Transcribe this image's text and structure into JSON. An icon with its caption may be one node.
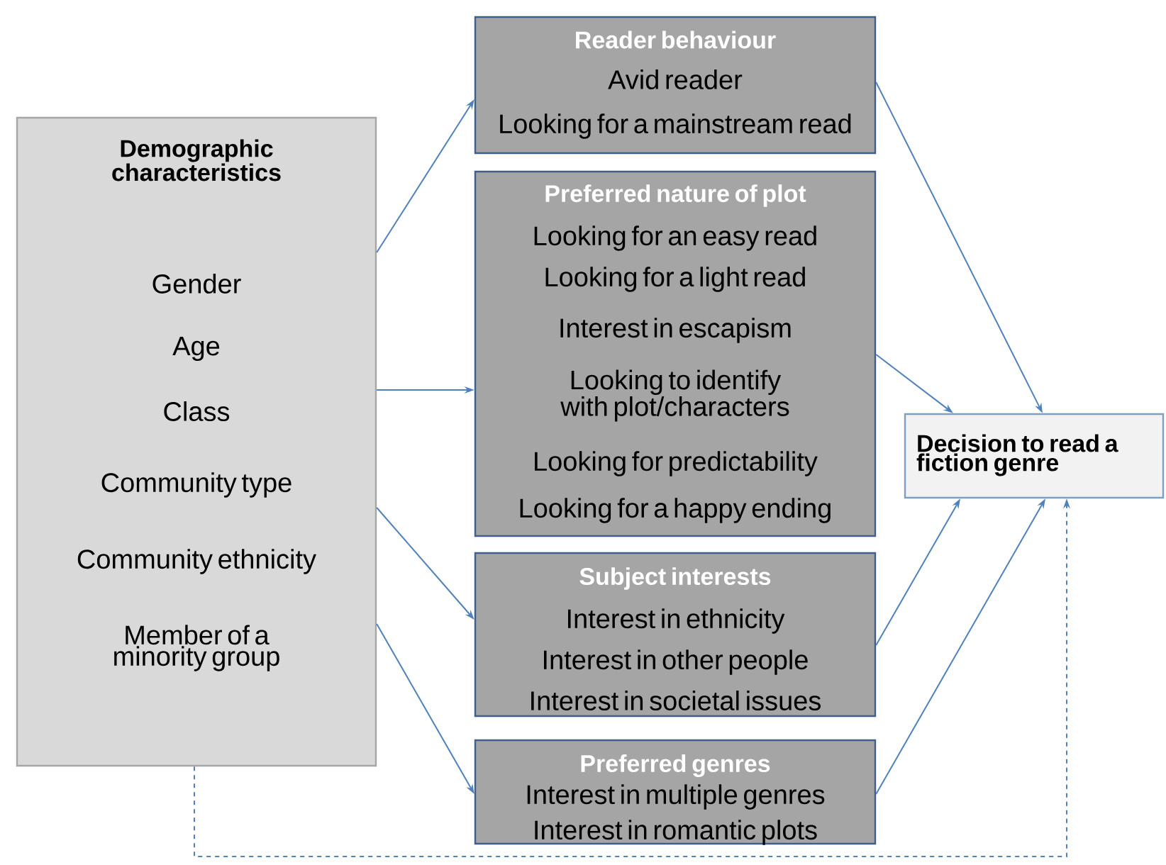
{
  "diagram": {
    "nodes": [
      {
        "text": [
          "Demographic characteristics",
          "Gender",
          "Age",
          "Class",
          "Community type",
          "Community ethnicity",
          "Member of a minority group"
        ]
      },
      {
        "text": [
          "Reader behaviour",
          "Avid reader",
          "Looking for a mainstream read"
        ]
      },
      {
        "text": [
          "Preferred nature of plot",
          "Looking for an easy read",
          "Looking for a light read",
          "Interest in escapism",
          "Looking to identify with plot/characters",
          "Looking for predictability",
          "Looking for a happy ending"
        ]
      },
      {
        "text": [
          "Subject interests",
          "Interest in ethnicity",
          "Interest in other people",
          "Interest in societal issues"
        ]
      },
      {
        "text": [
          "Preferred genres",
          "Interest in multiple genres",
          "Interest in romantic plots"
        ]
      },
      {
        "text": [
          "Decision to read a fiction genre"
        ]
      }
    ],
    "edges": [
      {
        "from": 0,
        "to": 1,
        "arrow": "to"
      },
      {
        "from": 0,
        "to": 2,
        "arrow": "to"
      },
      {
        "from": 0,
        "to": 3,
        "arrow": "to"
      },
      {
        "from": 0,
        "to": 4,
        "arrow": "to"
      },
      {
        "from": 1,
        "to": 5,
        "arrow": "to"
      },
      {
        "from": 2,
        "to": 5,
        "arrow": "to"
      },
      {
        "from": 3,
        "to": 5,
        "arrow": "to"
      },
      {
        "from": 4,
        "to": 5,
        "arrow": "to"
      },
      {
        "from": 0,
        "to": 5,
        "arrow": "to",
        "style": "dashed"
      }
    ]
  }
}
